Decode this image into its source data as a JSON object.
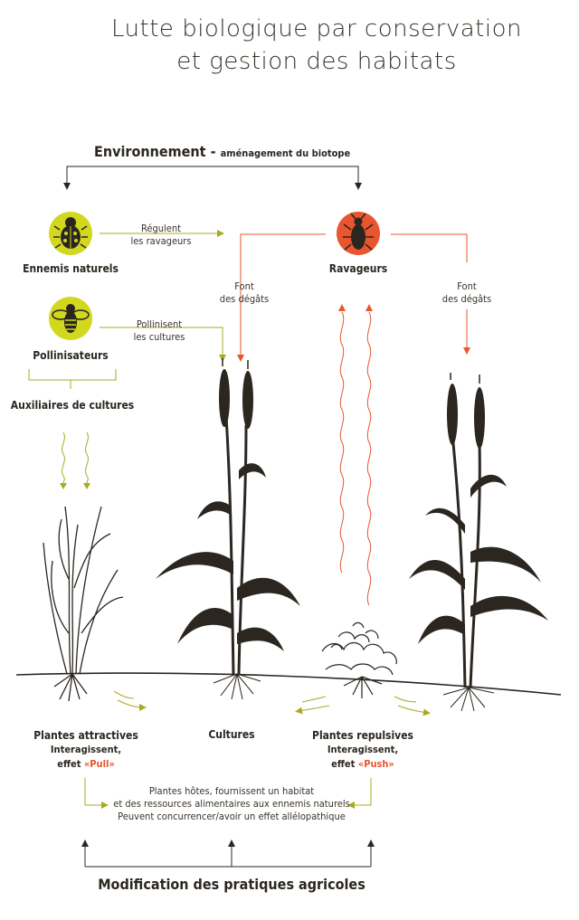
{
  "title_line1": "Lutte biologique par conservation",
  "title_line2": "et gestion des habitats",
  "environment": {
    "label": "Environnement",
    "dash": "-",
    "sub": "aménagement du biotope"
  },
  "natural_enemies": {
    "label": "Ennemis naturels",
    "arrow_text_1": "Régulent",
    "arrow_text_2": "les ravageurs",
    "icon": "ladybug-icon"
  },
  "pollinators": {
    "label": "Pollinisateurs",
    "arrow_text_1": "Pollinisent",
    "arrow_text_2": "les cultures",
    "icon": "bee-icon"
  },
  "pests": {
    "label": "Ravageurs",
    "icon": "bug-icon"
  },
  "damage_left_1": "Font",
  "damage_left_2": "des dégâts",
  "damage_right_1": "Font",
  "damage_right_2": "des dégâts",
  "auxiliaries": "Auxiliaires de cultures",
  "attractive": {
    "label": "Plantes attractives",
    "line2": "Interagissent,",
    "effect_prefix": "effet",
    "effect": "«Pull»"
  },
  "crops": "Cultures",
  "repulsive": {
    "label": "Plantes repulsives",
    "line2": "Interagissent,",
    "effect_prefix": "effet",
    "effect": "«Push»"
  },
  "host_text_1": "Plantes hôtes, fournissent un habitat",
  "host_text_2": "et des ressources alimentaires aux ennemis naturels",
  "host_text_3": "Peuvent concurrencer/avoir un effet allélopathique",
  "bottom": "Modification des pratiques agricoles",
  "colors": {
    "dark": "#2b2620",
    "green": "#a8ab1f",
    "greenIcon": "#d1d81e",
    "red": "#e8552e"
  }
}
